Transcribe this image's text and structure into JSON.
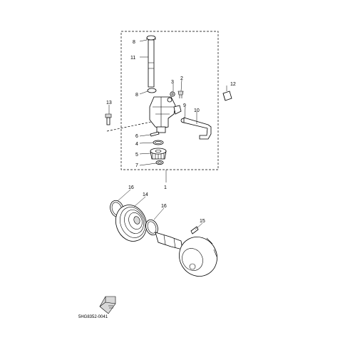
{
  "diagram": {
    "callouts": [
      "1",
      "2",
      "3",
      "4",
      "5",
      "6",
      "7",
      "8",
      "8",
      "9",
      "10",
      "11",
      "12",
      "13",
      "14",
      "15",
      "16",
      "16"
    ],
    "drawing_code": "5HG8352-0041",
    "fwd_icon": "fwd-arrow-icon"
  }
}
